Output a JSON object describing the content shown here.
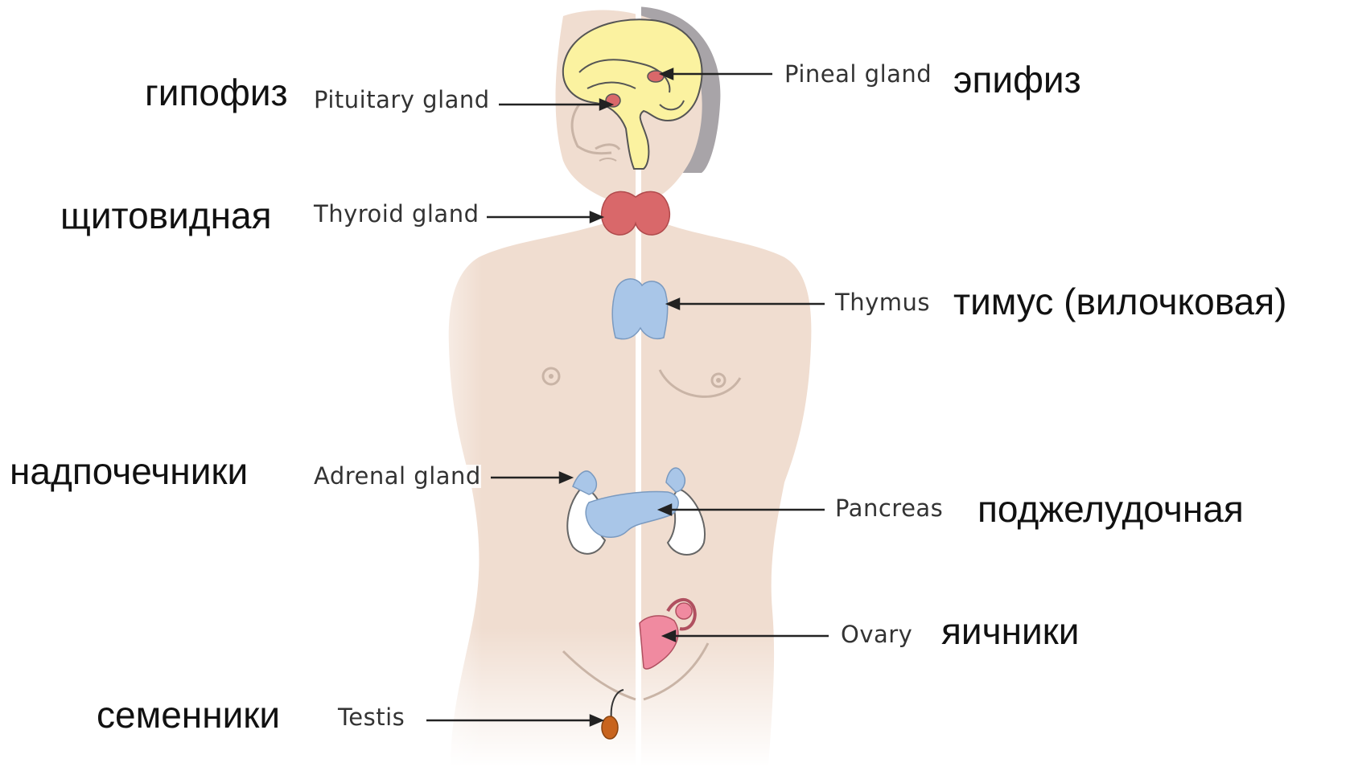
{
  "labels": [
    {
      "id": "pituitary",
      "ru": "гипофиз",
      "en": "Pituitary gland"
    },
    {
      "id": "pineal",
      "ru": "эпифиз",
      "en": "Pineal gland"
    },
    {
      "id": "thyroid",
      "ru": "щитовидная",
      "en": "Thyroid gland"
    },
    {
      "id": "thymus",
      "ru": "тимус (вилочковая)",
      "en": "Thymus"
    },
    {
      "id": "adrenal",
      "ru": "надпочечники",
      "en": "Adrenal gland"
    },
    {
      "id": "pancreas",
      "ru": "поджелудочная",
      "en": "Pancreas"
    },
    {
      "id": "ovary",
      "ru": "яичники",
      "en": "Ovary"
    },
    {
      "id": "testis",
      "ru": "семенники",
      "en": "Testis"
    }
  ],
  "colors": {
    "skin": "#f0ddd0",
    "brain": "#fbf2a0",
    "gland_red": "#d9686a",
    "gland_blue": "#a9c6e8",
    "testis": "#c8641e"
  }
}
